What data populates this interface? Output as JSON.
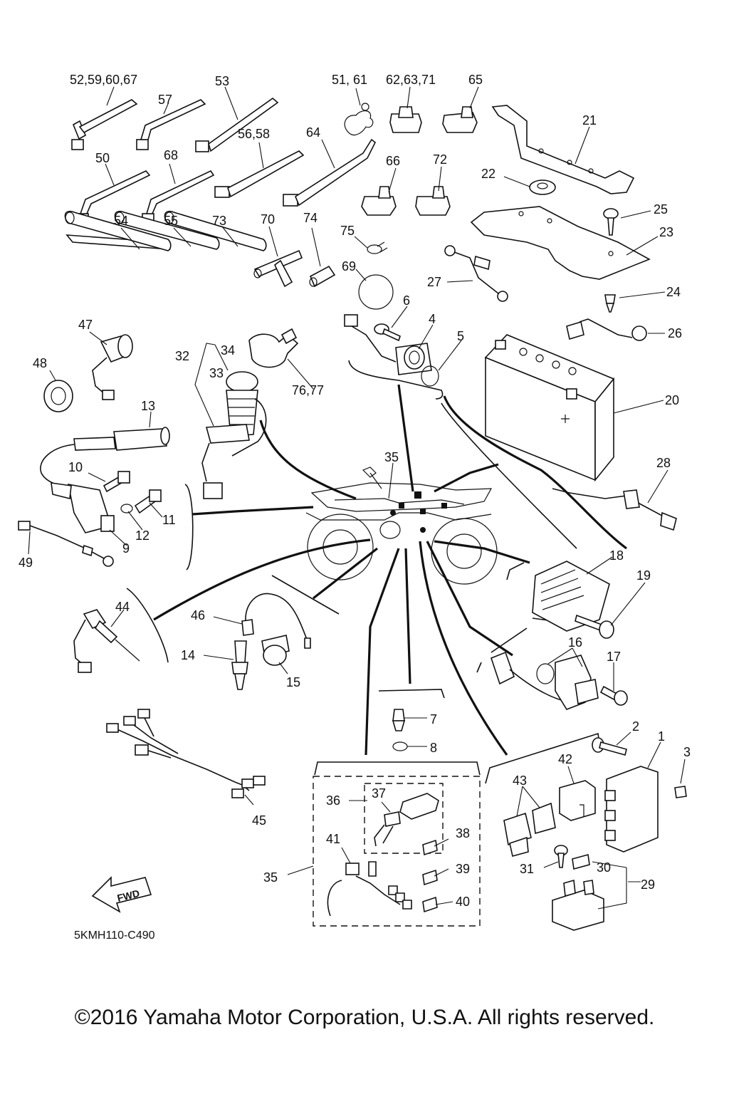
{
  "diagram": {
    "drawing_code": "5KMH110-C490",
    "fwd_label": "FWD",
    "copyright": "©2016 Yamaha Motor Corporation, U.S.A. All rights reserved.",
    "callouts": {
      "c1": "52,59,60,67",
      "c2": "53",
      "c3": "51, 61",
      "c4": "62,63,71",
      "c5": "65",
      "c6": "57",
      "c7": "21",
      "c8": "56,58",
      "c9": "64",
      "c10": "50",
      "c11": "68",
      "c12": "66",
      "c13": "72",
      "c14": "22",
      "c15": "25",
      "c16": "23",
      "c17": "54",
      "c18": "55",
      "c19": "73",
      "c20": "70",
      "c21": "74",
      "c22": "75",
      "c23": "69",
      "c24": "27",
      "c25": "24",
      "c26": "6",
      "c27": "4",
      "c28": "5",
      "c29": "26",
      "c30": "47",
      "c31": "34",
      "c32": "32",
      "c33": "33",
      "c34": "76,77",
      "c35": "48",
      "c36": "20",
      "c37": "13",
      "c38": "35",
      "c39": "28",
      "c40": "10",
      "c41": "11",
      "c42": "12",
      "c43": "9",
      "c44": "49",
      "c45": "18",
      "c46": "19",
      "c47": "44",
      "c48": "46",
      "c49": "16",
      "c50": "17",
      "c51": "14",
      "c52": "15",
      "c53": "7",
      "c54": "8",
      "c55": "2",
      "c56": "1",
      "c57": "3",
      "c58": "42",
      "c59": "43",
      "c60": "36",
      "c61": "37",
      "c62": "45",
      "c63": "38",
      "c64": "41",
      "c65": "39",
      "c66": "31",
      "c67": "30",
      "c68": "29",
      "c69": "35",
      "c70": "40"
    }
  }
}
